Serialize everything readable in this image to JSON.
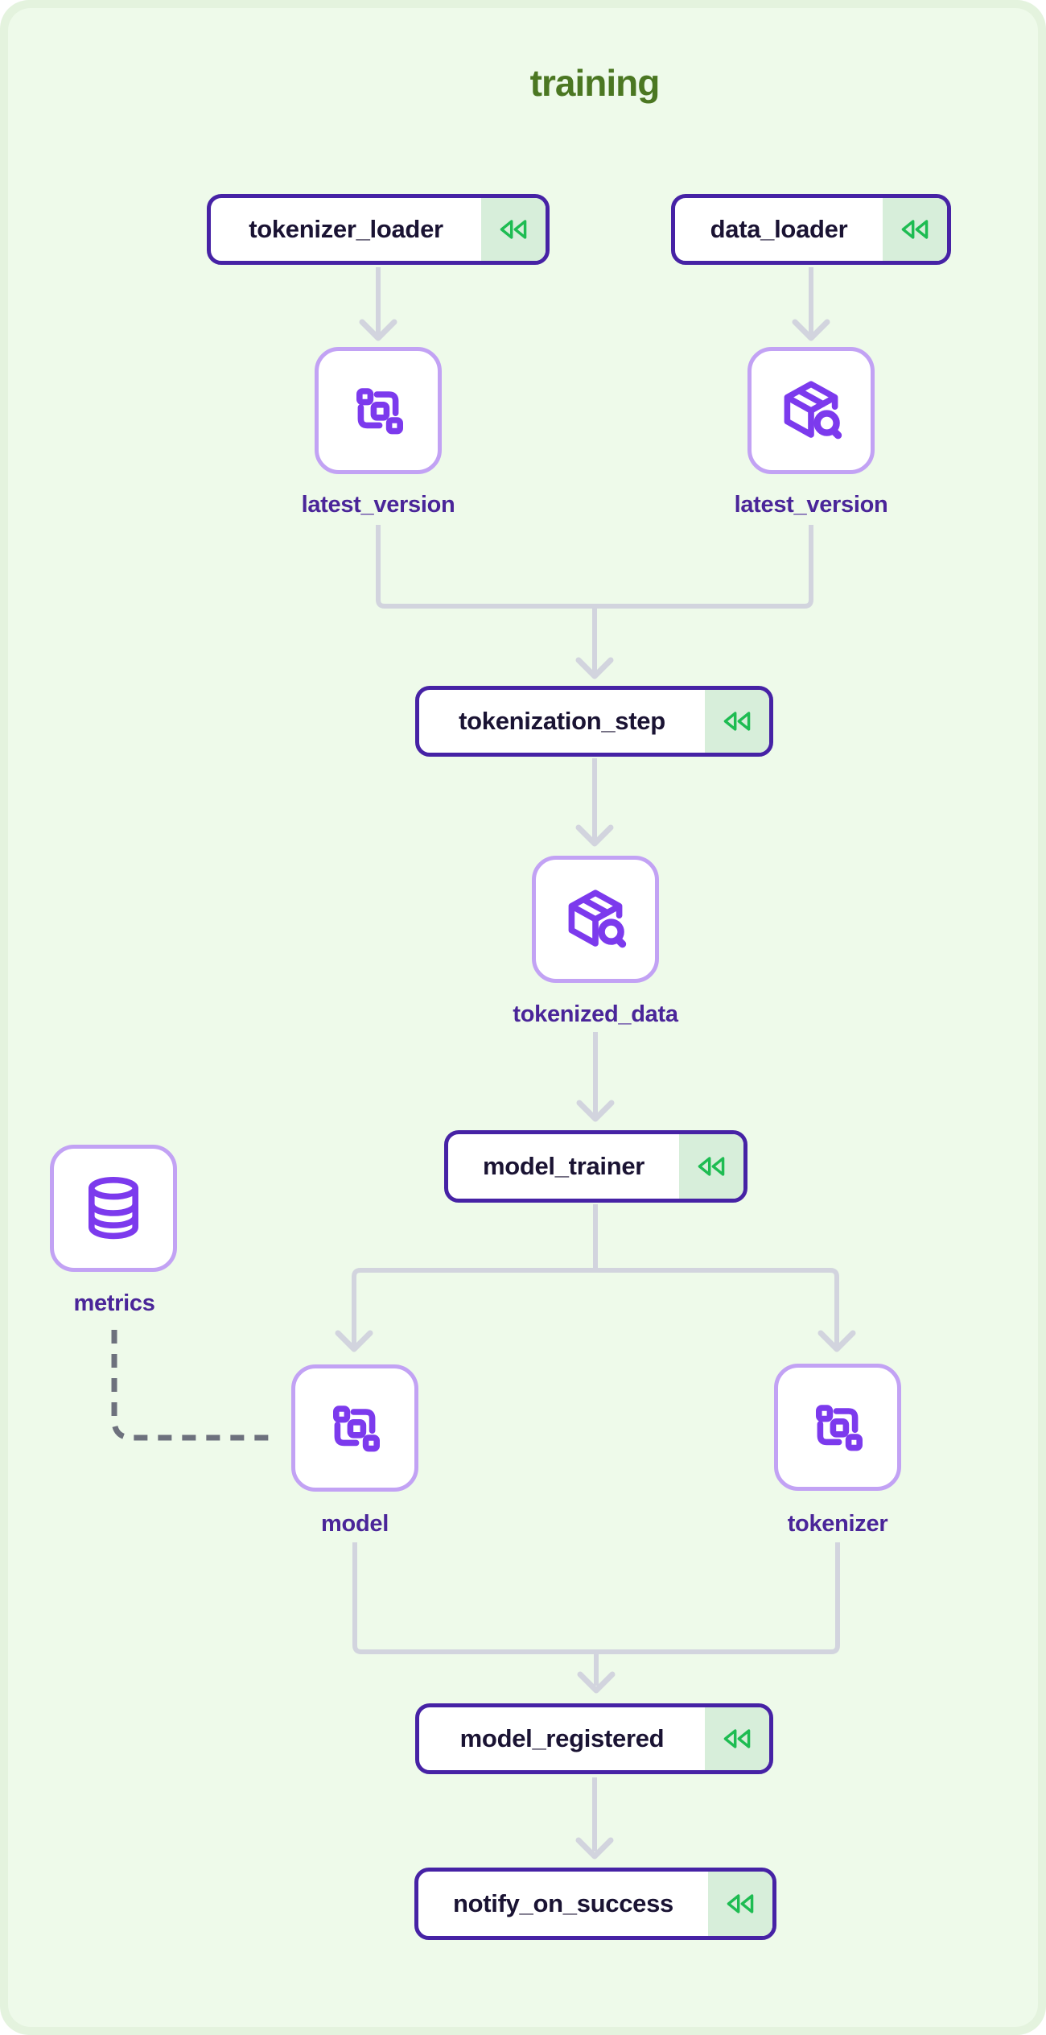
{
  "pipeline": {
    "title": "training"
  },
  "steps": {
    "tokenizer_loader": {
      "label": "tokenizer_loader",
      "status_icon": "rewind-cached"
    },
    "data_loader": {
      "label": "data_loader",
      "status_icon": "rewind-cached"
    },
    "tokenization_step": {
      "label": "tokenization_step",
      "status_icon": "rewind-cached"
    },
    "model_trainer": {
      "label": "model_trainer",
      "status_icon": "rewind-cached"
    },
    "model_registered": {
      "label": "model_registered",
      "status_icon": "rewind-cached"
    },
    "notify_on_success": {
      "label": "notify_on_success",
      "status_icon": "rewind-cached"
    }
  },
  "artifacts": {
    "latest_version_tokenizer": {
      "label": "latest_version",
      "icon": "model-icon"
    },
    "latest_version_data": {
      "label": "latest_version",
      "icon": "dataset-search-icon"
    },
    "tokenized_data": {
      "label": "tokenized_data",
      "icon": "dataset-search-icon"
    },
    "metrics": {
      "label": "metrics",
      "icon": "database-icon"
    },
    "model": {
      "label": "model",
      "icon": "model-icon"
    },
    "tokenizer": {
      "label": "tokenizer",
      "icon": "model-icon"
    }
  },
  "edges": [
    {
      "from": "tokenizer_loader",
      "to": "latest_version_tokenizer",
      "style": "solid-arrow"
    },
    {
      "from": "data_loader",
      "to": "latest_version_data",
      "style": "solid-arrow"
    },
    {
      "from": "latest_version_tokenizer",
      "to": "tokenization_step",
      "style": "solid-arrow"
    },
    {
      "from": "latest_version_data",
      "to": "tokenization_step",
      "style": "solid-arrow"
    },
    {
      "from": "tokenization_step",
      "to": "tokenized_data",
      "style": "solid-arrow"
    },
    {
      "from": "tokenized_data",
      "to": "model_trainer",
      "style": "solid-arrow"
    },
    {
      "from": "model_trainer",
      "to": "model",
      "style": "solid-arrow"
    },
    {
      "from": "model_trainer",
      "to": "tokenizer",
      "style": "solid-arrow"
    },
    {
      "from": "metrics",
      "to": "model",
      "style": "dashed"
    },
    {
      "from": "model",
      "to": "model_registered",
      "style": "solid-arrow"
    },
    {
      "from": "tokenizer",
      "to": "model_registered",
      "style": "solid-arrow"
    },
    {
      "from": "model_registered",
      "to": "notify_on_success",
      "style": "solid-arrow"
    }
  ],
  "colors": {
    "page_background": "#ffffff",
    "card_rim": "#e4f3de",
    "card_background": "#eefaea",
    "title_green": "#4b7722",
    "step_border": "#4622a5",
    "step_text": "#1a1333",
    "chip_background": "#d7eeda",
    "rewind_green": "#1ebc52",
    "artifact_border": "#c2a2f4",
    "artifact_icon_purple": "#7c3aed",
    "artifact_label_purple": "#4a2599",
    "edge_gray": "#d2d4de",
    "dashed_edge_gray": "#6d717d"
  }
}
